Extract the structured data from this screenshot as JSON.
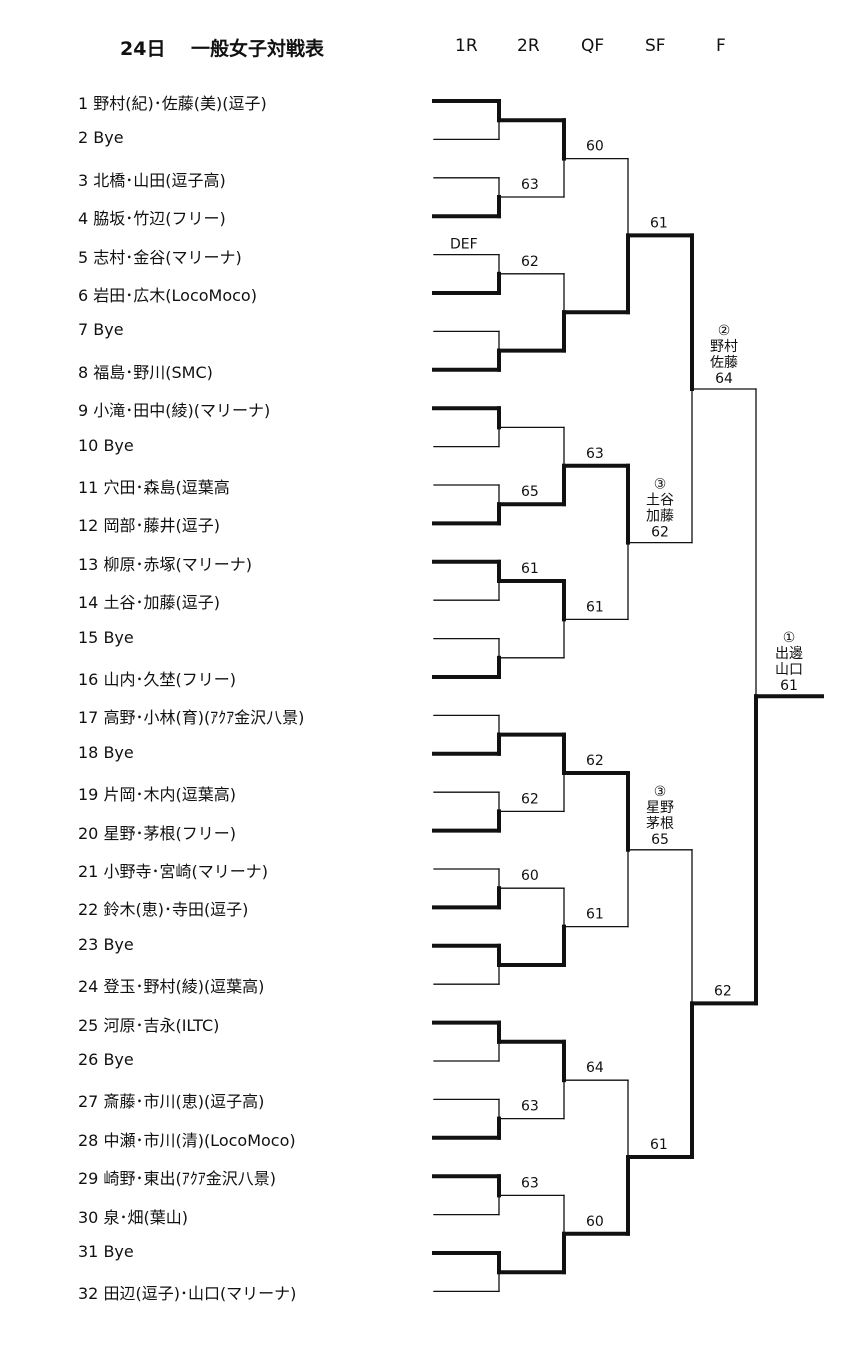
{
  "header": {
    "title": "24日　 一般女子対戦表",
    "rounds": [
      "1R",
      "2R",
      "QF",
      "SF",
      "F"
    ]
  },
  "entries": [
    {
      "num": "1",
      "name": "野村(紀)･佐藤(美)(逗子)"
    },
    {
      "num": "2",
      "name": "Bye"
    },
    {
      "num": "3",
      "name": "北橋･山田(逗子高)"
    },
    {
      "num": "4",
      "name": "脇坂･竹辺(フリー)"
    },
    {
      "num": "5",
      "name": "志村･金谷(マリーナ)"
    },
    {
      "num": "6",
      "name": "岩田･広木(LocoMoco)"
    },
    {
      "num": "7",
      "name": "Bye"
    },
    {
      "num": "8",
      "name": "福島･野川(SMC)"
    },
    {
      "num": "9",
      "name": "小滝･田中(綾)(マリーナ)"
    },
    {
      "num": "10",
      "name": "Bye"
    },
    {
      "num": "11",
      "name": "穴田･森島(逗葉高"
    },
    {
      "num": "12",
      "name": "岡部･藤井(逗子)"
    },
    {
      "num": "13",
      "name": "柳原･赤塚(マリーナ)"
    },
    {
      "num": "14",
      "name": "土谷･加藤(逗子)"
    },
    {
      "num": "15",
      "name": "Bye"
    },
    {
      "num": "16",
      "name": "山内･久埜(フリー)"
    },
    {
      "num": "17",
      "name": "高野･小林(育)(ｱｸｱ金沢八景)"
    },
    {
      "num": "18",
      "name": "Bye"
    },
    {
      "num": "19",
      "name": "片岡･木内(逗葉高)"
    },
    {
      "num": "20",
      "name": "星野･茅根(フリー)"
    },
    {
      "num": "21",
      "name": "小野寺･宮崎(マリーナ)"
    },
    {
      "num": "22",
      "name": "鈴木(恵)･寺田(逗子)"
    },
    {
      "num": "23",
      "name": "Bye"
    },
    {
      "num": "24",
      "name": "登玉･野村(綾)(逗葉高)"
    },
    {
      "num": "25",
      "name": "河原･吉永(ILTC)"
    },
    {
      "num": "26",
      "name": "Bye"
    },
    {
      "num": "27",
      "name": "斎藤･市川(恵)(逗子高)"
    },
    {
      "num": "28",
      "name": "中瀬･市川(清)(LocoMoco)"
    },
    {
      "num": "29",
      "name": "崎野･東出(ｱｸｱ金沢八景)"
    },
    {
      "num": "30",
      "name": "泉･畑(葉山)"
    },
    {
      "num": "31",
      "name": "Bye"
    },
    {
      "num": "32",
      "name": "田辺(逗子)･山口(マリーナ)"
    }
  ],
  "first_round_notes": [
    "DEF"
  ],
  "second_round_scores": [
    "",
    "63",
    "62",
    "",
    "",
    "65",
    "61",
    "",
    "",
    "62",
    "60",
    "",
    "",
    "63",
    "63",
    ""
  ],
  "quarterfinal_scores": [
    "60",
    "",
    "63",
    "61",
    "62",
    "61",
    "64",
    "60"
  ],
  "semifinal_scores": [
    "61",
    "",
    "",
    "61"
  ],
  "final_scores": [
    "",
    "62"
  ],
  "semifinal_winners": [
    {
      "seed": "②",
      "name1": "野村",
      "name2": "佐藤",
      "score": "64"
    },
    {
      "seed": "③",
      "name1": "土谷",
      "name2": "加藤",
      "score": "62"
    },
    {
      "seed": "③",
      "name1": "星野",
      "name2": "茅根",
      "score": "65"
    }
  ],
  "champion": {
    "seed": "①",
    "name1": "出邊",
    "name2": "山口",
    "score": "61"
  }
}
